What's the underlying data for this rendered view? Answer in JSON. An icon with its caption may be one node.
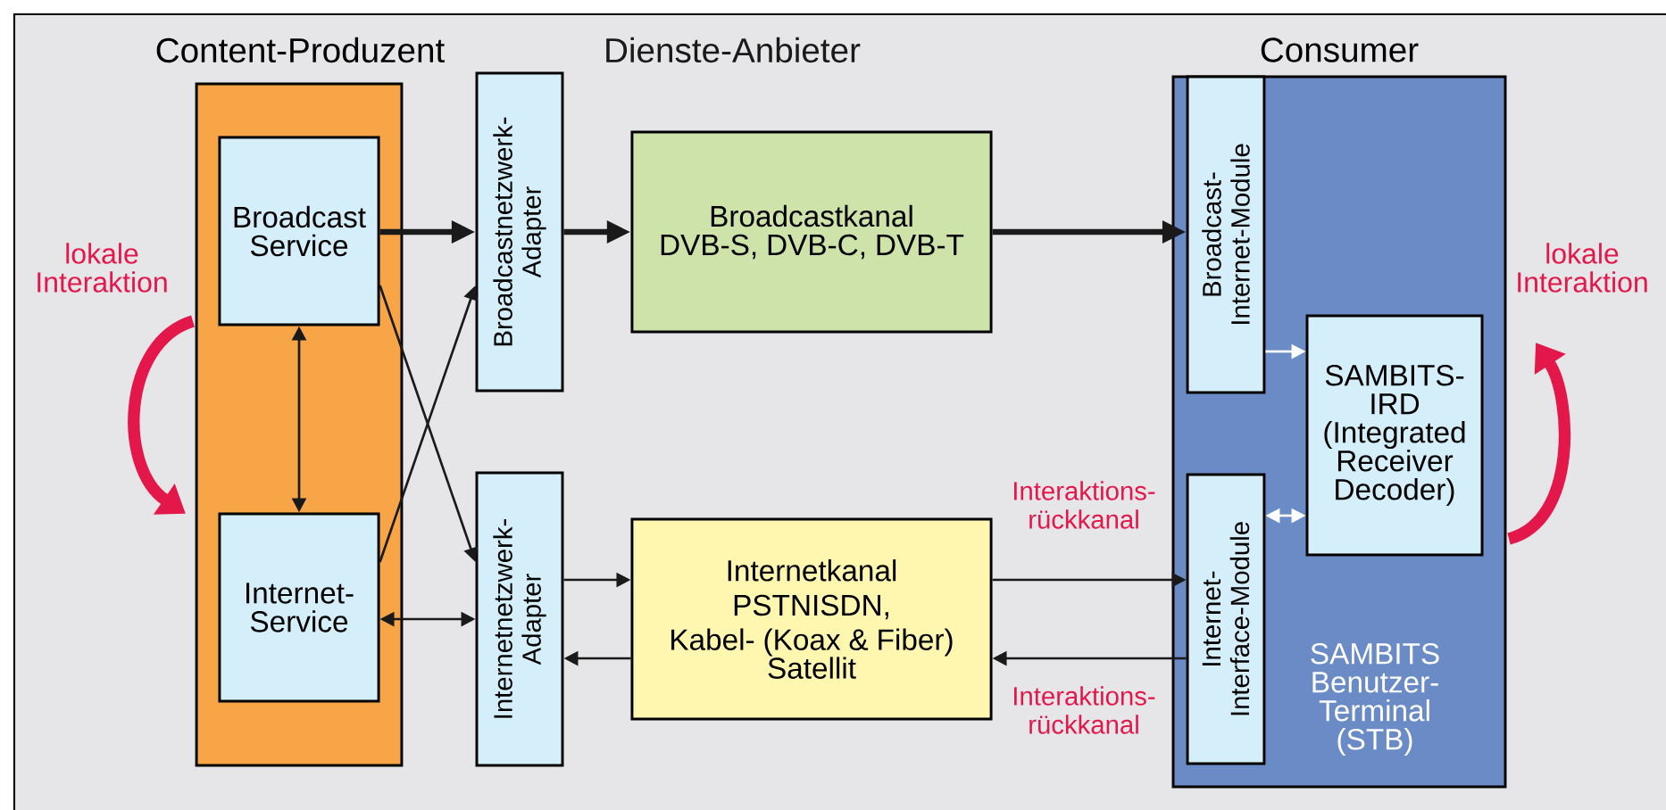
{
  "diagram": {
    "nodes": [
      {
        "text": [
          "Content-Produzent"
        ]
      },
      {
        "text": [
          "Broadcast Service"
        ],
        "in": 0
      },
      {
        "text": [
          "Internet-Service"
        ],
        "in": 0
      },
      {
        "text": [
          "Broadcastnetzwerk-Adapter"
        ]
      },
      {
        "text": [
          "Internetnetzwerk-Adapter"
        ]
      },
      {
        "text": [
          "Broadcastkanal",
          "DVB-S, DVB-C, DVB-T"
        ]
      },
      {
        "text": [
          "Internetkanal",
          "PSTNISDN,",
          "Kabel- (Koax & Fiber)",
          "Satellit"
        ]
      },
      {
        "text": [
          "Consumer",
          "SAMBITS Benutzer-Terminal (STB)"
        ]
      },
      {
        "text": [
          "Broadcast-Internet-Module"
        ],
        "in": 7
      },
      {
        "text": [
          "Internet-Interface-Module"
        ],
        "in": 7
      },
      {
        "text": [
          "SAMBITS-IRD (Integrated Receiver Decoder)"
        ],
        "in": 7
      }
    ],
    "edges": [
      {
        "from": 1,
        "to": 3,
        "arrow": "to",
        "style": "thick"
      },
      {
        "from": 3,
        "to": 5,
        "arrow": "to",
        "style": "thick"
      },
      {
        "from": 5,
        "to": 8,
        "arrow": "to",
        "style": "thick"
      },
      {
        "from": 1,
        "to": 2,
        "arrow": "both"
      },
      {
        "from": 1,
        "to": 4,
        "arrow": "to"
      },
      {
        "from": 2,
        "to": 3,
        "arrow": "to"
      },
      {
        "from": 2,
        "to": 4,
        "arrow": "both"
      },
      {
        "from": 4,
        "to": 6,
        "arrow": "to"
      },
      {
        "from": 6,
        "to": 4,
        "arrow": "to"
      },
      {
        "from": 6,
        "to": 9,
        "arrow": "to",
        "label": "Interaktions-rückkanal"
      },
      {
        "from": 9,
        "to": 6,
        "arrow": "to",
        "label": "Interaktions-rückkanal"
      },
      {
        "from": 8,
        "to": 10,
        "arrow": "to",
        "color": "#ffffff"
      },
      {
        "from": 9,
        "to": 10,
        "arrow": "both",
        "color": "#ffffff"
      }
    ],
    "labels": [
      "Dienste-Anbieter",
      "lokale Interaktion",
      "lokale Interaktion"
    ]
  }
}
